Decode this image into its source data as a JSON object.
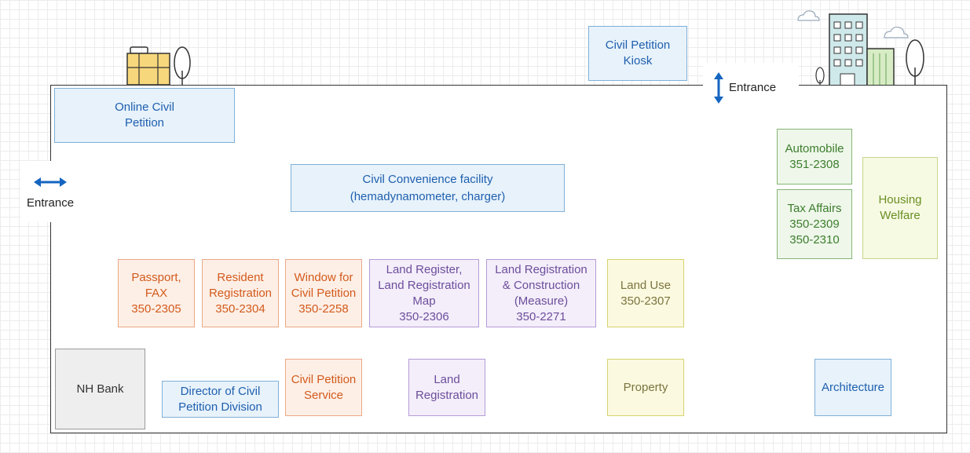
{
  "entrances": {
    "top": "Entrance",
    "left": "Entrance"
  },
  "rooms": {
    "civil_petition_kiosk": [
      "Civil Petition",
      "Kiosk"
    ],
    "online_civil_petition": [
      "Online Civil",
      "Petition"
    ],
    "civil_convenience": [
      "Civil Convenience facility",
      "(hemadynamometer, charger)"
    ],
    "automobile": [
      "Automobile",
      "351-2308"
    ],
    "tax_affairs": [
      "Tax Affairs",
      "350-2309",
      "350-2310"
    ],
    "housing_welfare": [
      "Housing",
      "Welfare"
    ],
    "passport_fax": [
      "Passport, FAX",
      "350-2305"
    ],
    "resident_registration": [
      "Resident",
      "Registration",
      "350-2304"
    ],
    "window_civil_petition": [
      "Window for",
      "Civil Petition",
      "350-2258"
    ],
    "land_register": [
      "Land Register,",
      "Land Registration",
      "Map",
      "350-2306"
    ],
    "land_registration_construction": [
      "Land Registration",
      "& Construction",
      "(Measure)",
      "350-2271"
    ],
    "land_use": [
      "Land Use",
      "350-2307"
    ],
    "nh_bank": [
      "NH Bank"
    ],
    "director_civil_petition": [
      "Director of Civil",
      "Petition Division"
    ],
    "civil_petition_service": [
      "Civil Petition",
      "Service"
    ],
    "land_registration": [
      "Land",
      "Registration"
    ],
    "property": [
      "Property"
    ],
    "architecture": [
      "Architecture"
    ]
  },
  "colors": {
    "blue": "#1f5fae",
    "orange": "#d35a1c",
    "purple": "#6d4d9b",
    "yellow": "#7b7440",
    "green": "#3d7d2d",
    "lime": "#6b8e23",
    "arrow": "#1565c0"
  }
}
